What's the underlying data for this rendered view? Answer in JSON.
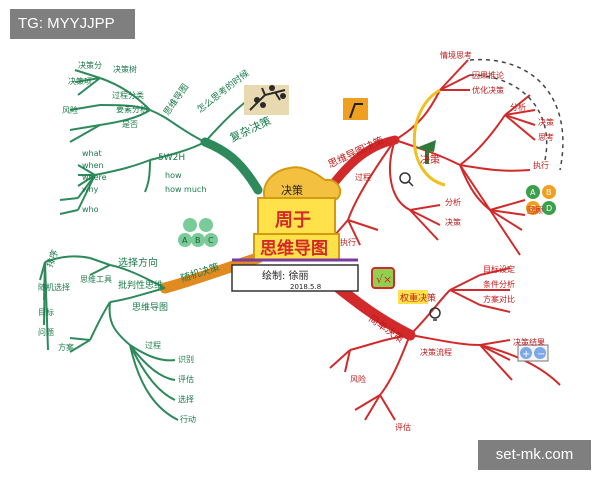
{
  "watermark": {
    "top_left": "TG: MYYJJPP",
    "bottom_right": "set-mk.com"
  },
  "center": {
    "banner": "决策",
    "line1": "周于",
    "line2": "思维导图",
    "author": "绘制: 徐丽",
    "date": "2018.5.8"
  },
  "branches": {
    "green_top": {
      "main": "复杂决策",
      "sub_a": "怎么思考的时候",
      "sub_b": "思维导图",
      "leaves_a": [
        "决策分",
        "决策项",
        "决策树"
      ],
      "leaves_b": [
        "过程分类",
        "要素分析",
        "风险",
        "是否"
      ],
      "qs_label": "5W2H",
      "qs": [
        "what",
        "when",
        "where",
        "why",
        "who"
      ],
      "how": [
        "how",
        "how much"
      ]
    },
    "green_left": {
      "main": "随机决策",
      "sub_a": "选择方向",
      "sub_b": "批判性思维",
      "sub_c": "思维导图",
      "leaves": [
        "排序",
        "随机选择",
        "思维工具",
        "目标",
        "问题",
        "方案"
      ],
      "process": [
        "过程",
        "识别",
        "评估",
        "选择",
        "行动"
      ]
    },
    "red_top": {
      "main": "思维导图决策",
      "sub": "决策",
      "leaves_a": [
        "情境思考",
        "因果推论",
        "优化决策"
      ],
      "leaves_b": [
        "分析",
        "决策",
        "思考",
        "执行",
        "回顾"
      ],
      "sub_left": [
        "过程",
        "分析",
        "决策",
        "执行"
      ]
    },
    "red_bottom": {
      "main": "简单决策",
      "sub_a": "权重决策",
      "sub_b": "决策流程",
      "leaves": [
        "目标设定",
        "条件分析",
        "方案对比",
        "决策结果",
        "风险",
        "评估"
      ]
    }
  }
}
